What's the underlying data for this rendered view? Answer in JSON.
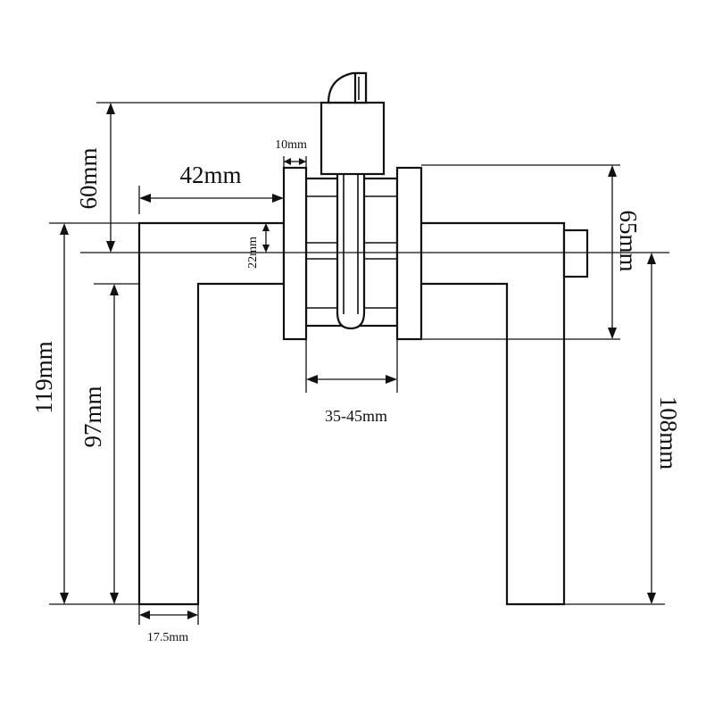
{
  "dimensions": {
    "height_total": "119mm",
    "height_handle": "97mm",
    "height_top": "60mm",
    "width_rose_offset": "42mm",
    "rose_thickness": "10mm",
    "bar_height": "22mm",
    "door_thickness": "35-45mm",
    "rose_height": "65mm",
    "height_right": "108mm",
    "handle_width": "17.5mm"
  }
}
